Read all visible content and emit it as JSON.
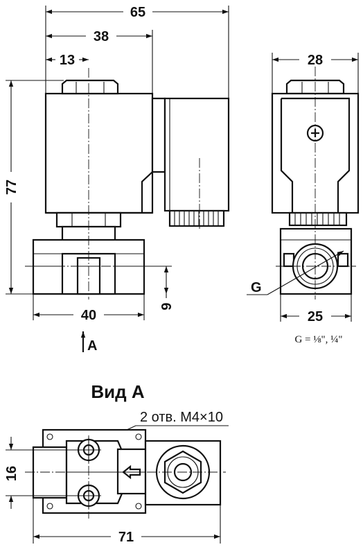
{
  "front_view": {
    "dim_overall_width": "65",
    "dim_coil_width": "38",
    "dim_axis_offset": "13",
    "dim_height": "77",
    "dim_body_width": "40",
    "dim_port_height": "9",
    "view_arrow_label": "A"
  },
  "side_view": {
    "dim_width_top": "28",
    "dim_width_body": "25",
    "thread_label": "G",
    "thread_note": "G = ⅛\", ¼\""
  },
  "view_a": {
    "title": "Вид А",
    "holes_note": "2 отв. М4×10",
    "dim_holes_spacing": "16",
    "dim_total_length": "71"
  }
}
